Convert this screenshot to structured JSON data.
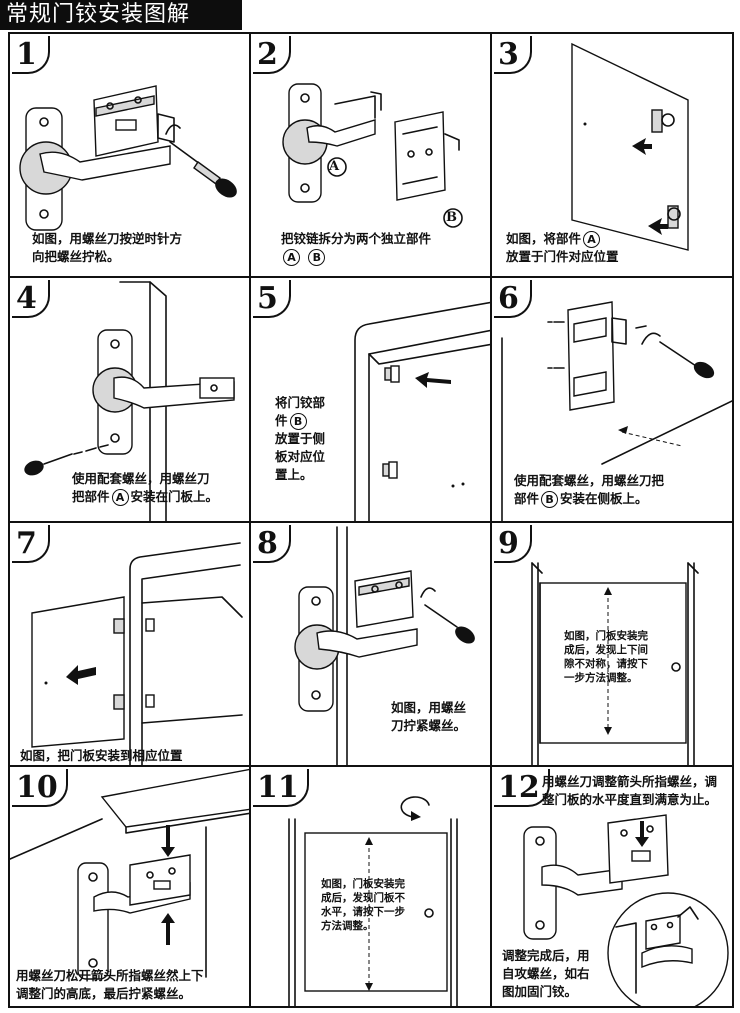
{
  "page_title": "常规门铰安装图解",
  "badges": {
    "a": "A",
    "b": "B"
  },
  "steps": [
    {
      "num": "1",
      "caption_l1": "如图，用螺丝刀按逆时针方",
      "caption_l2": "向把螺丝拧松。"
    },
    {
      "num": "2",
      "caption_l1": "把铰链拆分为两个独立部件"
    },
    {
      "num": "3",
      "caption_l1": "如图，将部件",
      "caption_l2": "放置于门件对应位置"
    },
    {
      "num": "4",
      "caption_l1": "使用配套螺丝，用螺丝刀",
      "caption_l2a": "把部件",
      "caption_l2b": "安装在门板上。"
    },
    {
      "num": "5",
      "lines": [
        "将门铰部",
        "件",
        "放置于侧",
        "板对应位",
        "置上。"
      ]
    },
    {
      "num": "6",
      "caption_l1": "使用配套螺丝，用螺丝刀把",
      "caption_l2a": "部件",
      "caption_l2b": "安装在侧板上。"
    },
    {
      "num": "7",
      "caption_l1": "如图，把门板安装到相应位置"
    },
    {
      "num": "8",
      "caption_l1": "如图，用螺丝",
      "caption_l2": "刀拧紧螺丝。"
    },
    {
      "num": "9",
      "lines": [
        "如图，门板安装完",
        "成后，发现上下间",
        "隙不对称，请按下",
        "一步方法调整。"
      ]
    },
    {
      "num": "10",
      "caption_l1": "用螺丝刀松开箭头所指螺丝然上下",
      "caption_l2": "调整门的高底，最后拧紧螺丝。"
    },
    {
      "num": "11",
      "lines": [
        "如图，门板安装完",
        "成后，发现门板不",
        "水平，请按下一步",
        "方法调整。"
      ]
    },
    {
      "num": "12",
      "caption_l1": "用螺丝刀调整箭头所指螺丝，调",
      "caption_l2": "整门板的水平度直到满意为止。",
      "lines": [
        "调整完成后，用",
        "自攻螺丝，如右",
        "图加固门铰。"
      ]
    }
  ]
}
